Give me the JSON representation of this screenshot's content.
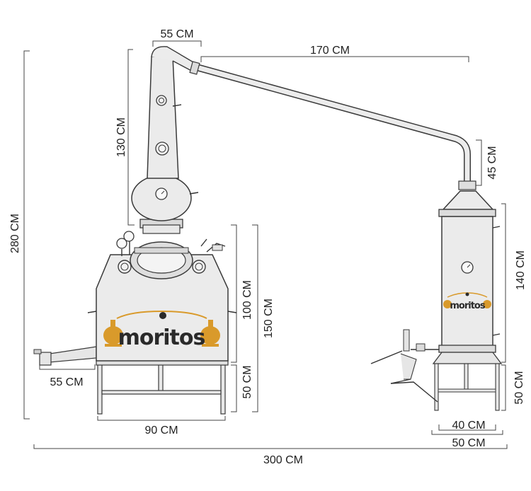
{
  "dimensions": {
    "column_width": "55 CM",
    "pipe_length": "170 CM",
    "column_height": "130 CM",
    "total_height": "280 CM",
    "condenser_top": "45 CM",
    "condenser_height": "140 CM",
    "boiler_body": "100 CM",
    "boiler_total": "150 CM",
    "boiler_legs": "50 CM",
    "outlet_length": "55 CM",
    "boiler_width": "90 CM",
    "condenser_legs": "50 CM",
    "condenser_inner_width": "40 CM",
    "condenser_outer_width": "50 CM",
    "total_length": "300 CM"
  },
  "brand": {
    "logo_text": "moritos",
    "color": "#d99a2b"
  }
}
